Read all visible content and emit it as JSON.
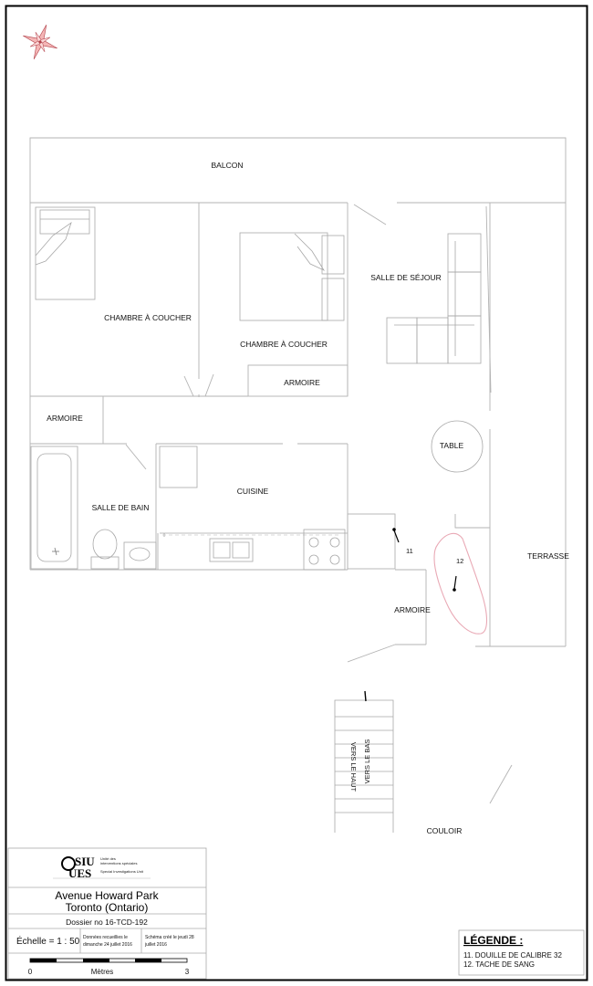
{
  "rooms": {
    "balcon": "BALCON",
    "chambre1": "CHAMBRE À COUCHER",
    "chambre2": "CHAMBRE À COUCHER",
    "armoire_chambre": "ARMOIRE",
    "salle_sejour": "SALLE DE SÉJOUR",
    "armoire_gauche": "ARMOIRE",
    "table": "TABLE",
    "salle_bain": "SALLE DE BAIN",
    "cuisine": "CUISINE",
    "terrasse": "TERRASSE",
    "armoire_entree": "ARMOIRE",
    "couloir": "COULOIR"
  },
  "stairs": {
    "up": "VERS LE HAUT",
    "down": "VERS LE BAS"
  },
  "evidence": {
    "marker_11": "11",
    "marker_12": "12"
  },
  "title_block": {
    "logo_main_top": "SIU",
    "logo_main_bottom": "UES",
    "logo_line1": "Unité des",
    "logo_line2": "interventions spéciales",
    "logo_line3": "Special Investigations Unit",
    "address_line1": "Avenue Howard Park",
    "address_line2": "Toronto (Ontario)",
    "dossier": "Dossier no 16-TCD-192",
    "scale": "Échelle = 1 : 50",
    "data_collected": [
      "Données recueillies le",
      "dimanche 24 juillet 2016"
    ],
    "diagram_created": [
      "Schéma créé le jeudi 28",
      "juillet 2016"
    ],
    "scale_bar_start": "0",
    "scale_bar_unit": "Mètres",
    "scale_bar_end": "3"
  },
  "legend": {
    "title": "LÉGENDE :",
    "items": [
      "11. DOUILLE DE CALIBRE 32",
      "12. TACHE DE SANG"
    ]
  },
  "colors": {
    "frame": "#000000",
    "walls": "#b3b3b3",
    "blood_stain": "#e9a9b5",
    "compass_fill": "#f4b6b6",
    "compass_stroke": "#b3434c"
  }
}
